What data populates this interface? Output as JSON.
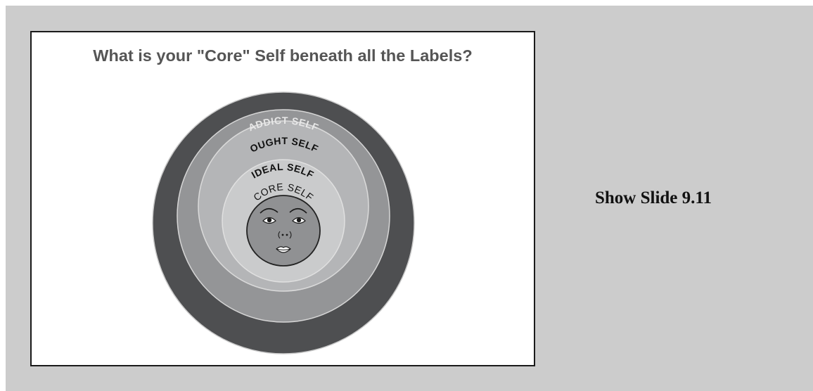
{
  "slide": {
    "title": "What is your \"Core\" Self beneath all the Labels?"
  },
  "diagram": {
    "rings": [
      {
        "label": "ADDICT SELF",
        "color": "#4e4f51",
        "text_color": "#e8e8e8"
      },
      {
        "label": "OUGHT SELF",
        "color": "#949597",
        "text_color": "#111111"
      },
      {
        "label": "IDEAL SELF",
        "color": "#b4b5b7",
        "text_color": "#111111"
      },
      {
        "label": "CORE SELF",
        "color": "#cacbcc",
        "text_color": "#111111"
      }
    ],
    "face_color": "#909193"
  },
  "instruction": "Show Slide 9.11"
}
